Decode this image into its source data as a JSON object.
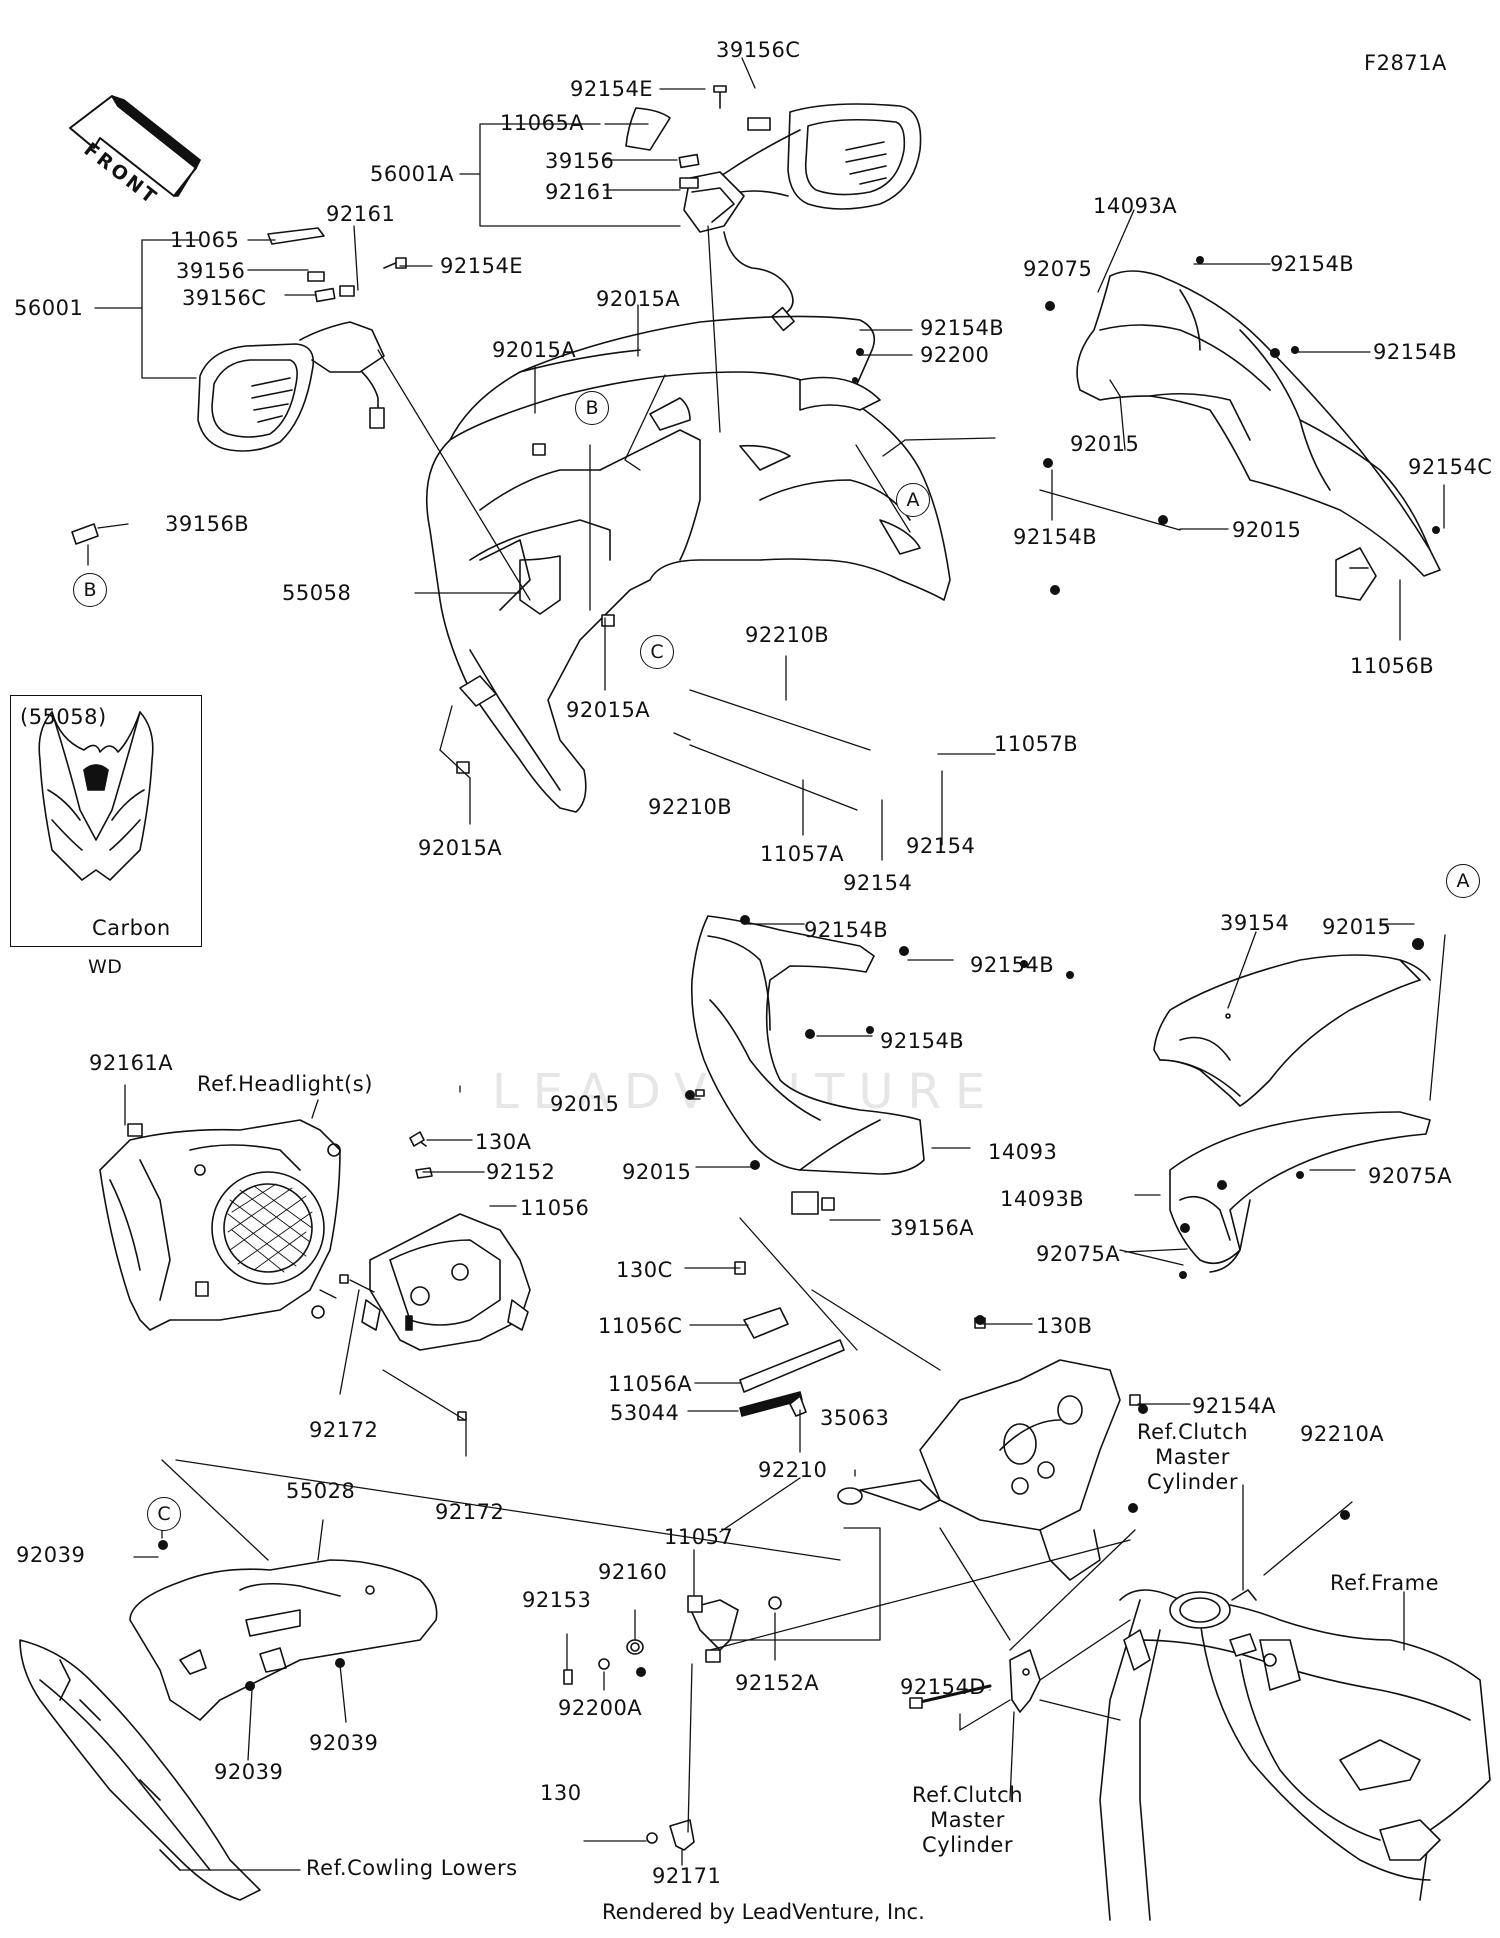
{
  "figure_code": "F2871A",
  "front_arrow": "FRONT",
  "watermark": "LEADVENTURE",
  "footer": "Rendered by LeadVenture, Inc.",
  "inset": {
    "ref": "(55058)",
    "label": "Carbon",
    "tag": "WD"
  },
  "bubbles": {
    "b1": "B",
    "b2": "B",
    "a1": "A",
    "a2": "A",
    "c1": "C",
    "c2": "C"
  },
  "labels": {
    "p39156C_top": "39156C",
    "p92154E_top": "92154E",
    "p11065A": "11065A",
    "p39156_top": "39156",
    "p92161_top": "92161",
    "p56001A": "56001A",
    "p11065": "11065",
    "p92161_left": "92161",
    "p39156_left": "39156",
    "p92154E_left": "92154E",
    "p39156C_left": "39156C",
    "p56001": "56001",
    "p39156B": "39156B",
    "p92015A_1": "92015A",
    "p92015A_2": "92015A",
    "p92154B_1": "92154B",
    "p92200": "92200",
    "p55058": "55058",
    "p92015A_3": "92015A",
    "p92015A_4": "92015A",
    "p92210B_1": "92210B",
    "p92210B_2": "92210B",
    "p11057B": "11057B",
    "p11057A": "11057A",
    "p92154_1": "92154",
    "p92154_2": "92154",
    "p14093A": "14093A",
    "p92075": "92075",
    "p92154B_2": "92154B",
    "p92154B_3": "92154B",
    "p92015_r1": "92015",
    "p92154C": "92154C",
    "p92154B_4": "92154B",
    "p92015_r2": "92015",
    "p11056B": "11056B",
    "p92154B_5": "92154B",
    "p92154B_6": "92154B",
    "p92154B_7": "92154B",
    "p92015_m1": "92015",
    "p92015_m2": "92015",
    "p14093": "14093",
    "p39156A": "39156A",
    "p39154": "39154",
    "p92015_a": "92015",
    "p92075A_1": "92075A",
    "p14093B": "14093B",
    "p92075A_2": "92075A",
    "p92161A": "92161A",
    "p_headlight": "Ref.Headlight(s)",
    "p130A": "130A",
    "p92152": "92152",
    "p11056": "11056",
    "p92172_1": "92172",
    "p92172_2": "92172",
    "p130C": "130C",
    "p11056C": "11056C",
    "p11056A": "11056A",
    "p53044": "53044",
    "p92210": "92210",
    "p35063": "35063",
    "p130B": "130B",
    "p92154A": "92154A",
    "p_clutch_top": "Ref.Clutch\nMaster\nCylinder",
    "p92210A": "92210A",
    "p_frame": "Ref.Frame",
    "p55028": "55028",
    "p92039_1": "92039",
    "p92039_2": "92039",
    "p92039_3": "92039",
    "p_cowling": "Ref.Cowling Lowers",
    "p11057": "11057",
    "p92160": "92160",
    "p92153": "92153",
    "p92152A": "92152A",
    "p92200A": "92200A",
    "p130": "130",
    "p92171": "92171",
    "p92154D": "92154D",
    "p_clutch_bottom": "Ref.Clutch\nMaster\nCylinder"
  }
}
